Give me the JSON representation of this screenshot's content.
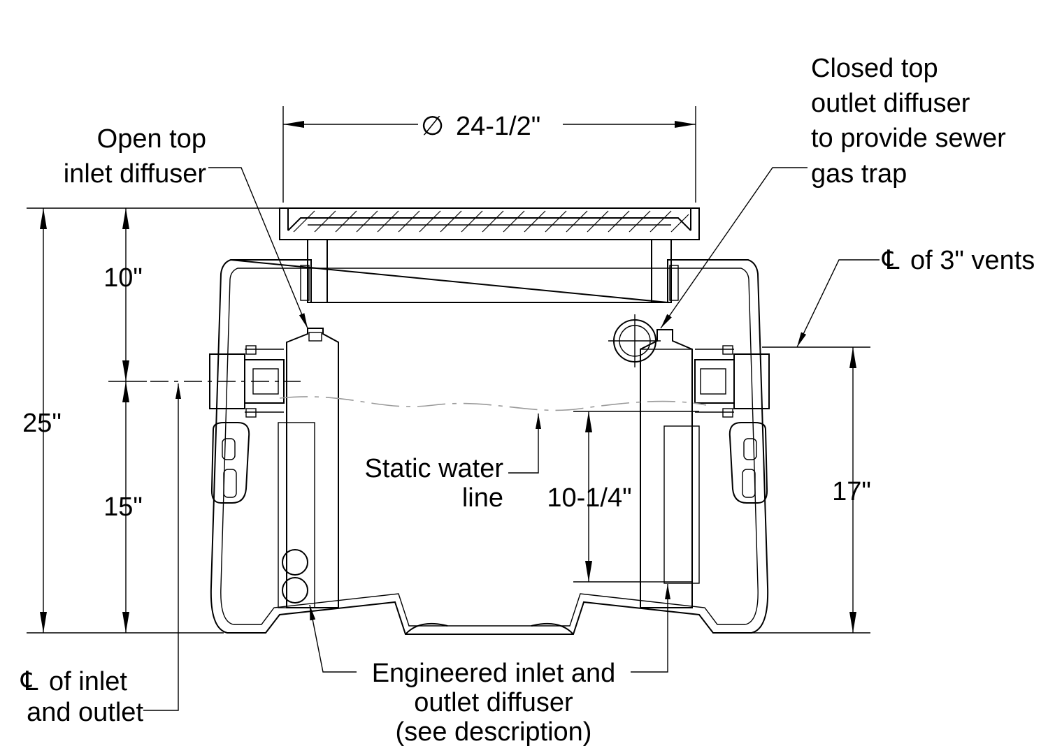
{
  "labels": {
    "diameter_symbol": "∅",
    "diameter": "24-1/2\"",
    "open_top": [
      "Open top",
      "inlet diffuser"
    ],
    "closed_top": [
      "Closed top",
      "outlet diffuser",
      "to provide sewer",
      "gas trap"
    ],
    "vents_symbol": "℄",
    "vents": "of 3\" vents",
    "dim_10": "10\"",
    "dim_25": "25\"",
    "dim_15": "15\"",
    "dim_17": "17\"",
    "dim_10_25": "10-1/4\"",
    "static_water": [
      "Static water",
      "line"
    ],
    "inlet_outlet_symbol": "℄",
    "inlet_outlet": [
      "of inlet",
      "and outlet"
    ],
    "engineered": [
      "Engineered inlet and",
      "outlet diffuser",
      "(see description)"
    ]
  }
}
